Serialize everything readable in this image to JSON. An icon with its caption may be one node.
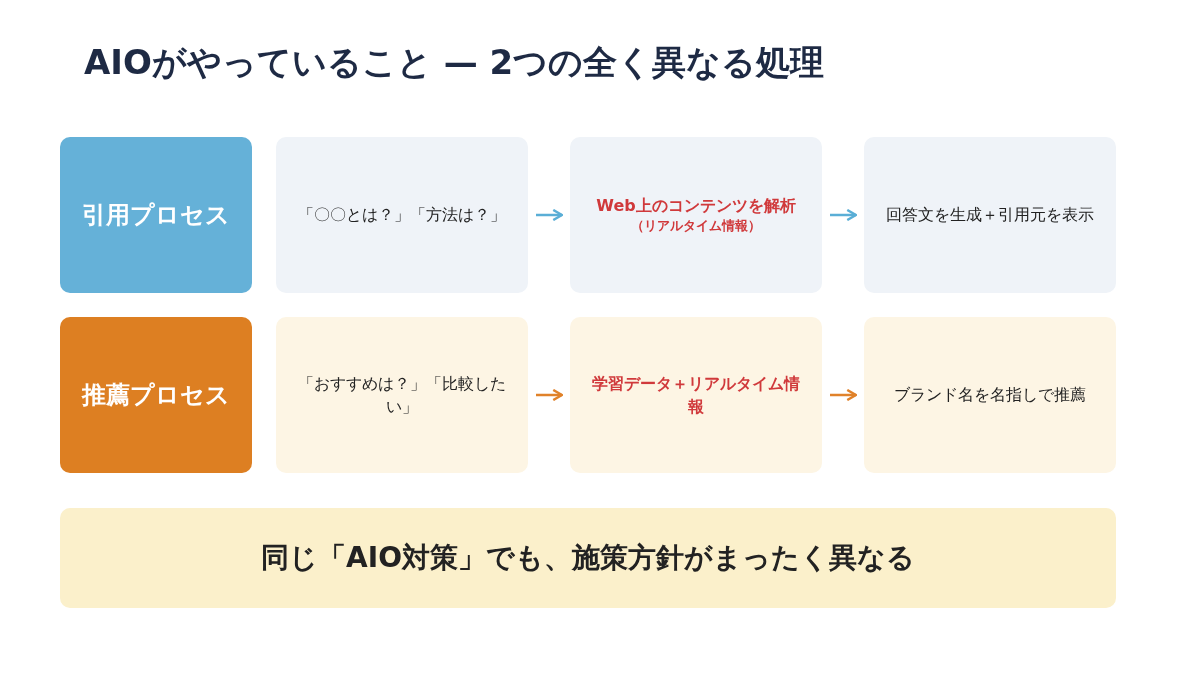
{
  "diagram": {
    "title": "AIOがやっていること — 2つの全く異なる処理",
    "nodes": [
      {
        "text": [
          "引用プロセス"
        ]
      },
      {
        "text": [
          "「〇〇とは？」「方法は？」"
        ]
      },
      {
        "text": [
          "Web上のコンテンツを解析",
          "（リアルタイム情報）"
        ]
      },
      {
        "text": [
          "回答文を生成＋引用元を表示"
        ]
      },
      {
        "text": [
          "推薦プロセス"
        ]
      },
      {
        "text": [
          "「おすすめは？」「比較したい」"
        ]
      },
      {
        "text": [
          "学習データ＋リアルタイム情報"
        ]
      },
      {
        "text": [
          "ブランド名を名指しで推薦"
        ]
      },
      {
        "text": [
          "同じ「AIO対策」でも、施策方針がまったく異なる"
        ]
      }
    ],
    "edges": [
      {
        "from": 1,
        "to": 2,
        "arrow": "to",
        "color": "#5aaed6"
      },
      {
        "from": 2,
        "to": 3,
        "arrow": "to",
        "color": "#5aaed6"
      },
      {
        "from": 5,
        "to": 6,
        "arrow": "to",
        "color": "#e0822a"
      },
      {
        "from": 6,
        "to": 7,
        "arrow": "to",
        "color": "#e0822a"
      }
    ]
  }
}
